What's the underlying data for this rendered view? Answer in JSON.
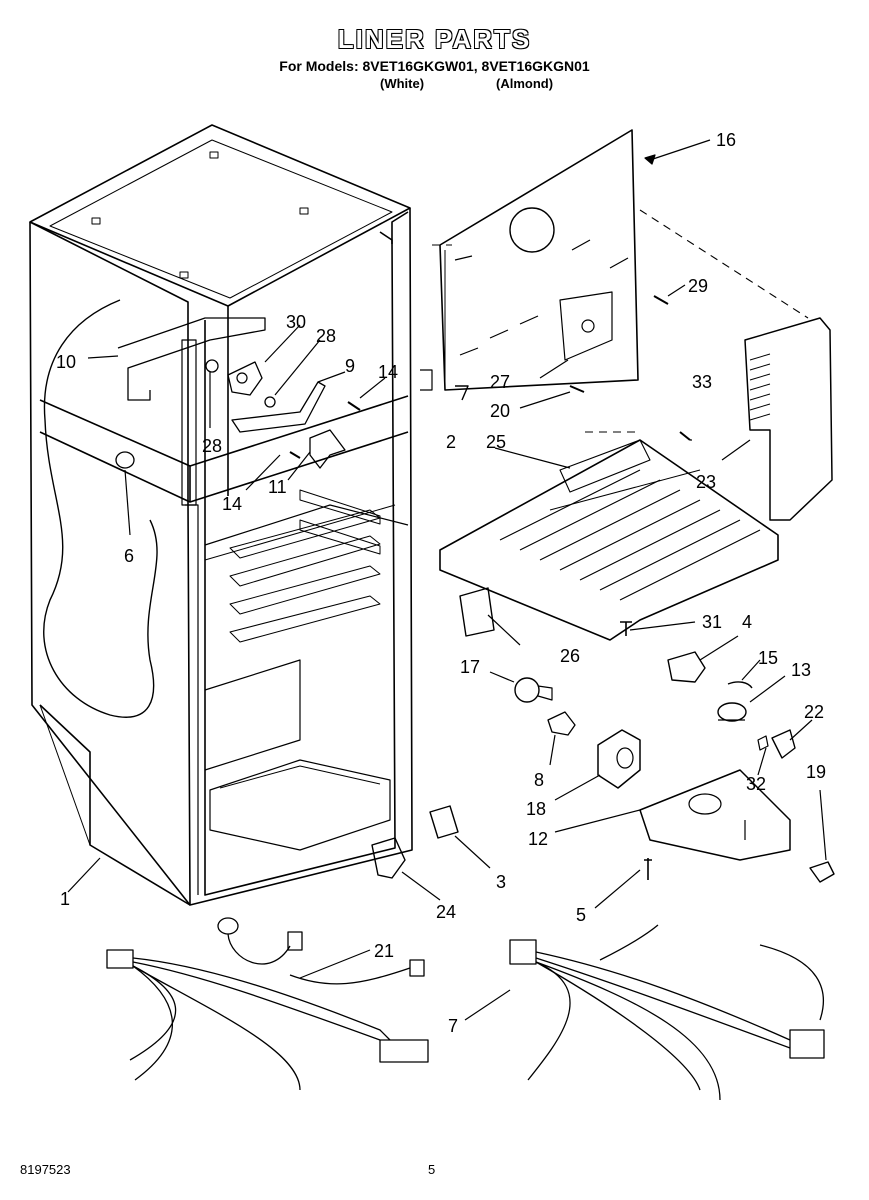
{
  "header": {
    "title": "LINER PARTS",
    "models_line": "For Models: 8VET16GKGW01, 8VET16GKGN01",
    "color_white": "(White)",
    "color_almond": "(Almond)"
  },
  "callouts": [
    "1",
    "2",
    "3",
    "4",
    "5",
    "6",
    "7",
    "8",
    "9",
    "10",
    "11",
    "12",
    "13",
    "14",
    "14",
    "15",
    "16",
    "17",
    "18",
    "19",
    "20",
    "21",
    "22",
    "23",
    "24",
    "25",
    "26",
    "27",
    "28",
    "28",
    "29",
    "30",
    "31",
    "32",
    "33"
  ],
  "footer": {
    "doc_number": "8197523",
    "page_number": "5"
  }
}
